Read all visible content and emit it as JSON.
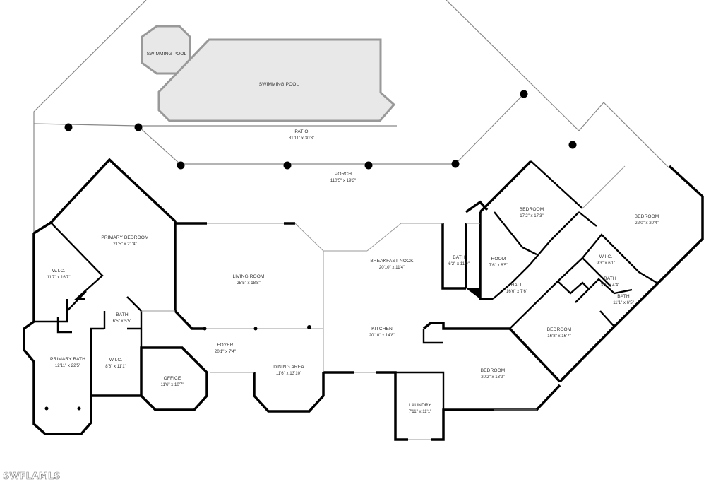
{
  "rooms": {
    "swimming_pool_small": {
      "label": "SWIMMING POOL"
    },
    "swimming_pool_large": {
      "label": "SWIMMING POOL"
    },
    "patio": {
      "label": "PATIO",
      "dim": "81'11\" x 30'3\""
    },
    "porch": {
      "label": "PORCH",
      "dim": "110'5\" x 19'3\""
    },
    "primary_bedroom": {
      "label": "PRIMARY BEDROOM",
      "dim": "21'5\" x 21'4\""
    },
    "wic_left": {
      "label": "W.I.C.",
      "dim": "11'7\" x 16'7\""
    },
    "living_room": {
      "label": "LIVING ROOM",
      "dim": "25'5\" x 18'8\""
    },
    "breakfast_nook": {
      "label": "BREAKFAST NOOK",
      "dim": "20'10\" x 11'4\""
    },
    "bath_center": {
      "label": "BATH",
      "dim": "6'2\" x 11'0\""
    },
    "room_small": {
      "label": "ROOM",
      "dim": "7'6\" x 8'5\""
    },
    "bedroom_top": {
      "label": "BEDROOM",
      "dim": "17'2\" x 17'3\""
    },
    "bedroom_right": {
      "label": "BEDROOM",
      "dim": "22'0\" x 20'4\""
    },
    "wic_right": {
      "label": "W.I.C.",
      "dim": "9'3\" x 6'1\""
    },
    "bath_right_small": {
      "label": "BATH",
      "dim": "3'3\" x 4'4\""
    },
    "bath_right": {
      "label": "BATH",
      "dim": "11'1\" x 6'5\""
    },
    "hall": {
      "label": "HALL",
      "dim": "16'6\" x 7'6\""
    },
    "bath_left": {
      "label": "BATH",
      "dim": "6'5\" x 5'5\""
    },
    "kitchen": {
      "label": "KITCHEN",
      "dim": "20'10\" x 14'8\""
    },
    "bedroom_mid_right": {
      "label": "BEDROOM",
      "dim": "16'8\" x 16'7\""
    },
    "foyer": {
      "label": "FOYER",
      "dim": "20'1\" x 7'4\""
    },
    "primary_bath": {
      "label": "PRIMARY BATH",
      "dim": "12'11\" x 22'5\""
    },
    "wic_bath": {
      "label": "W.I.C.",
      "dim": "8'6\" x 11'1\""
    },
    "office": {
      "label": "OFFICE",
      "dim": "11'6\" x 10'7\""
    },
    "dining_area": {
      "label": "DINING AREA",
      "dim": "11'6\" x 13'10\""
    },
    "bedroom_bottom": {
      "label": "BEDROOM",
      "dim": "20'2\" x 13'9\""
    },
    "laundry": {
      "label": "LAUNDRY",
      "dim": "7'11\" x 11'1\""
    }
  },
  "watermark": "SWFLAMLS",
  "colors": {
    "wall": "#000000",
    "outline": "#888888",
    "pool_fill": "#e8e8e8",
    "post": "#000000"
  }
}
